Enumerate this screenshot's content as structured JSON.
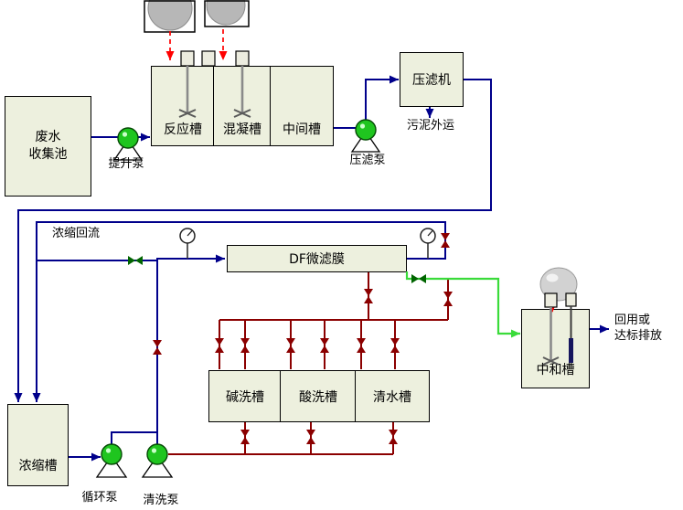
{
  "diagram": {
    "type": "process-flow",
    "tanks": {
      "collection": "废水\n收集池",
      "reaction": "反应槽",
      "coagulation": "混凝槽",
      "intermediate": "中间槽",
      "alkali_wash": "碱洗槽",
      "acid_wash": "酸洗槽",
      "clean_water": "清水槽",
      "neutralization": "中和槽",
      "concentration": "浓缩槽"
    },
    "equipment": {
      "filter_press": "压滤机",
      "membrane": "DF微滤膜"
    },
    "pumps": {
      "lift": "提升泵",
      "filter_press": "压滤泵",
      "circulation": "循环泵",
      "cleaning": "清洗泵"
    },
    "annotations": {
      "sludge_out": "污泥外运",
      "concentrate_reflux": "浓缩回流",
      "outlet": "回用或\n达标排放"
    },
    "colors": {
      "water_pipe": "#00008B",
      "chemical_pipe": "#8B0000",
      "permeate_pipe": "#3ADB3A",
      "dosing_arrow": "#FF0000",
      "pump": "#1FC51F",
      "tank_fill": "#EDF0DE",
      "valve_green": "#006400"
    }
  }
}
